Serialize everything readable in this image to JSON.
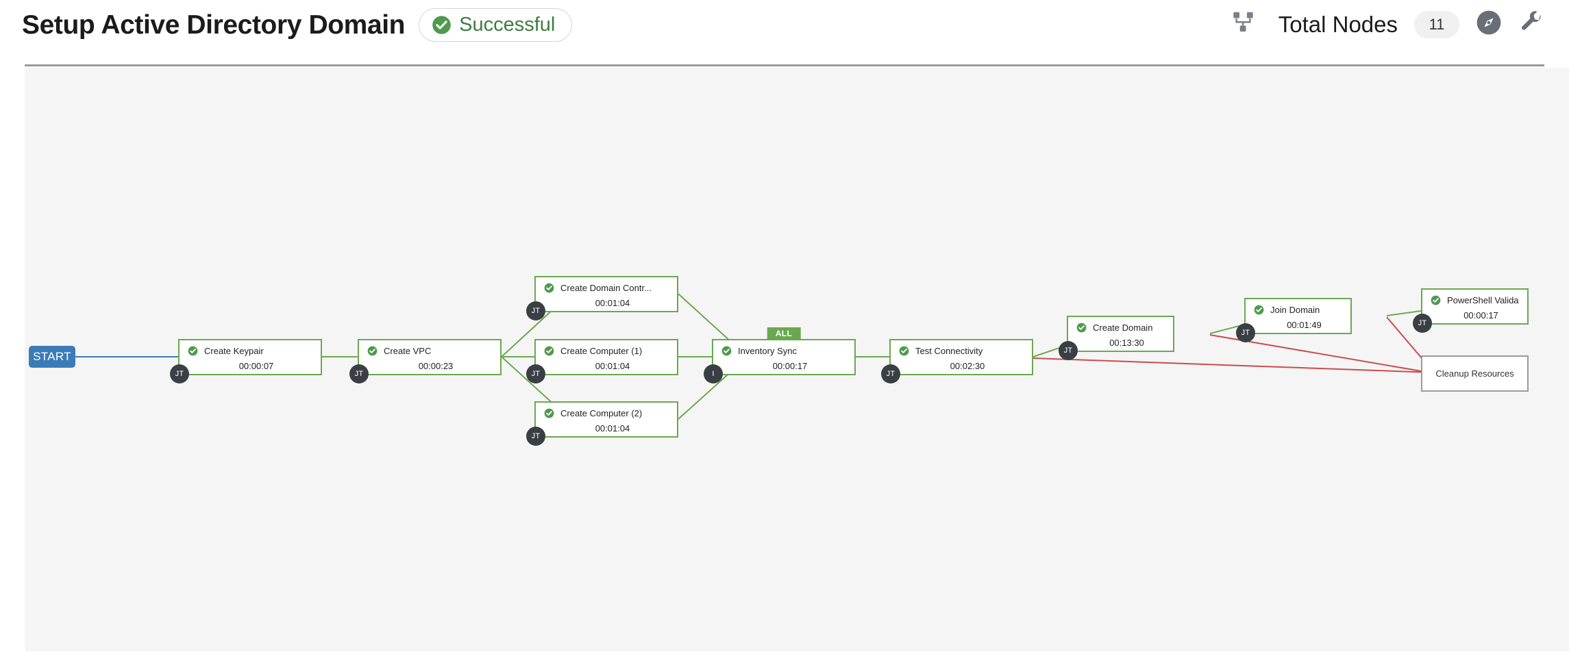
{
  "header": {
    "title": "Setup Active Directory Domain",
    "status": {
      "label": "Successful",
      "icon": "check-circle-icon",
      "color": "#3f7d3f"
    },
    "topology_icon": "topology-icon",
    "total_nodes_label": "Total Nodes",
    "total_nodes_count": "11",
    "compass_icon": "compass-icon",
    "wrench_icon": "wrench-icon"
  },
  "canvas": {
    "start_label": "START",
    "accent_success": "#6aa84f",
    "accent_failure": "#cc4b4b",
    "accent_start": "#3b7cb8",
    "nodes": [
      {
        "id": "create-keypair",
        "title": "Create Keypair",
        "duration": "00:00:07",
        "badge": "JT",
        "tag": null,
        "status": "success"
      },
      {
        "id": "create-vpc",
        "title": "Create VPC",
        "duration": "00:00:23",
        "badge": "JT",
        "tag": null,
        "status": "success"
      },
      {
        "id": "create-domain-controller",
        "title": "Create Domain Contr...",
        "duration": "00:01:04",
        "badge": "JT",
        "tag": null,
        "status": "success"
      },
      {
        "id": "create-computer-1",
        "title": "Create Computer (1)",
        "duration": "00:01:04",
        "badge": "JT",
        "tag": null,
        "status": "success"
      },
      {
        "id": "create-computer-2",
        "title": "Create Computer (2)",
        "duration": "00:01:04",
        "badge": "JT",
        "tag": null,
        "status": "success"
      },
      {
        "id": "inventory-sync",
        "title": "Inventory Sync",
        "duration": "00:00:17",
        "badge": "I",
        "tag": "ALL",
        "status": "success"
      },
      {
        "id": "test-connectivity",
        "title": "Test Connectivity",
        "duration": "00:02:30",
        "badge": "JT",
        "tag": null,
        "status": "success"
      },
      {
        "id": "create-domain",
        "title": "Create Domain",
        "duration": "00:13:30",
        "badge": "JT",
        "tag": null,
        "status": "success"
      },
      {
        "id": "join-domain",
        "title": "Join Domain",
        "duration": "00:01:49",
        "badge": "JT",
        "tag": null,
        "status": "success"
      },
      {
        "id": "powershell-validation",
        "title": "PowerShell Validation",
        "duration": "00:00:17",
        "badge": "JT",
        "tag": null,
        "status": "success"
      },
      {
        "id": "cleanup-resources",
        "title": "Cleanup Resources",
        "duration": "",
        "badge": null,
        "tag": null,
        "status": "pending"
      }
    ]
  }
}
